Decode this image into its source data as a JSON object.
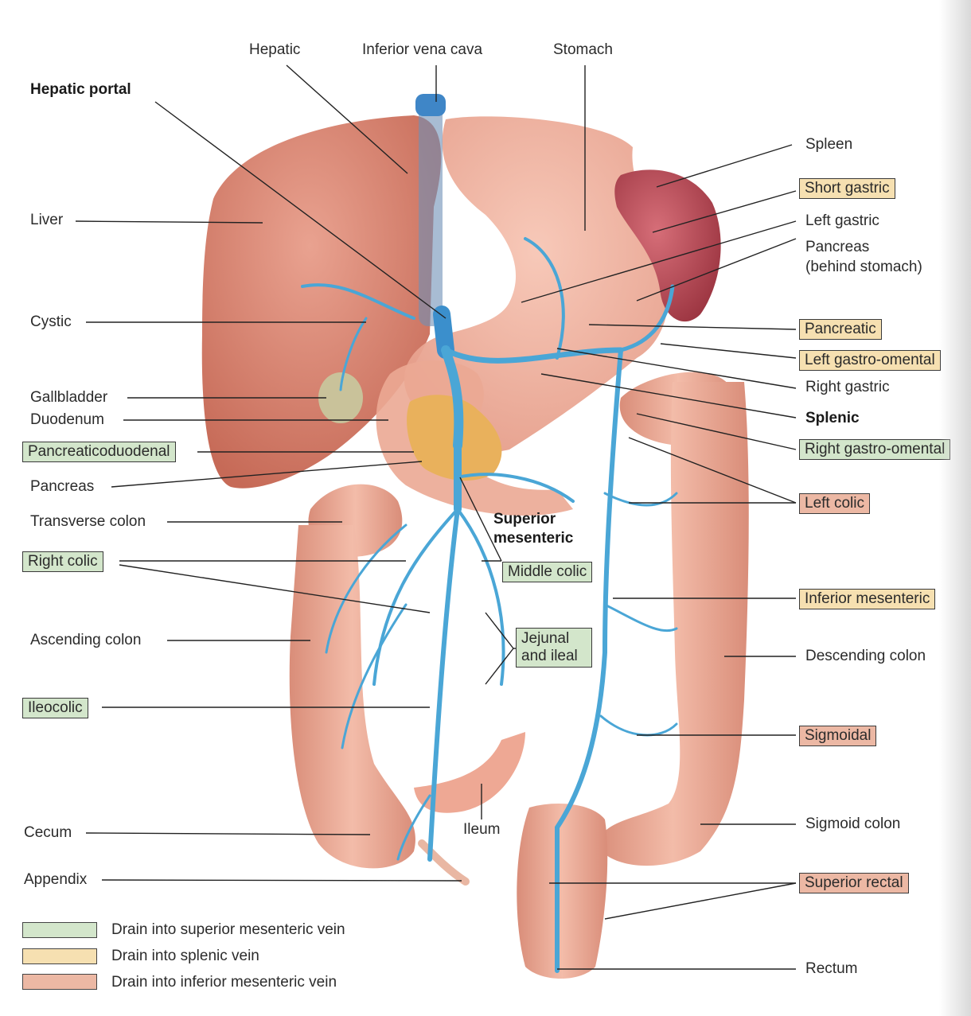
{
  "labels": {
    "hepatic": "Hepatic",
    "inferior_vena_cava": "Inferior vena cava",
    "stomach": "Stomach",
    "hepatic_portal": "Hepatic portal",
    "liver": "Liver",
    "cystic": "Cystic",
    "gallbladder": "Gallbladder",
    "duodenum": "Duodenum",
    "pancreas_left": "Pancreas",
    "transverse_colon": "Transverse colon",
    "ascending_colon": "Ascending colon",
    "cecum": "Cecum",
    "appendix": "Appendix",
    "ileum": "Ileum",
    "superior_mesenteric_line1": "Superior",
    "superior_mesenteric_line2": "mesenteric",
    "spleen": "Spleen",
    "left_gastric": "Left gastric",
    "pancreas_right_line1": "Pancreas",
    "pancreas_right_line2": "(behind stomach)",
    "right_gastric": "Right gastric",
    "splenic": "Splenic",
    "descending_colon": "Descending colon",
    "sigmoid_colon": "Sigmoid colon",
    "rectum": "Rectum"
  },
  "boxes": {
    "pancreaticoduodenal": "Pancreaticoduodenal",
    "right_colic": "Right colic",
    "ileocolic": "Ileocolic",
    "middle_colic": "Middle colic",
    "jejunal_ileal": "Jejunal and ileal",
    "short_gastric": "Short gastric",
    "pancreatic": "Pancreatic",
    "left_gastro_omental": "Left gastro-omental",
    "right_gastro_omental": "Right gastro-omental",
    "left_colic": "Left colic",
    "inferior_mesenteric": "Inferior mesenteric",
    "sigmoidal": "Sigmoidal",
    "superior_rectal": "Superior rectal"
  },
  "legend": [
    {
      "text": "Drain into superior mesenteric vein",
      "color": "#d3e6cb"
    },
    {
      "text": "Drain into splenic vein",
      "color": "#f6e0b1"
    },
    {
      "text": "Drain into inferior mesenteric vein",
      "color": "#ecb8a4"
    }
  ],
  "colors": {
    "vein": "#4aa6d6",
    "liver": "#d27a66",
    "stomach": "#eea792",
    "colon": "#e9a48f",
    "spleen": "#b24a52",
    "pancreas": "#e9b15c"
  }
}
